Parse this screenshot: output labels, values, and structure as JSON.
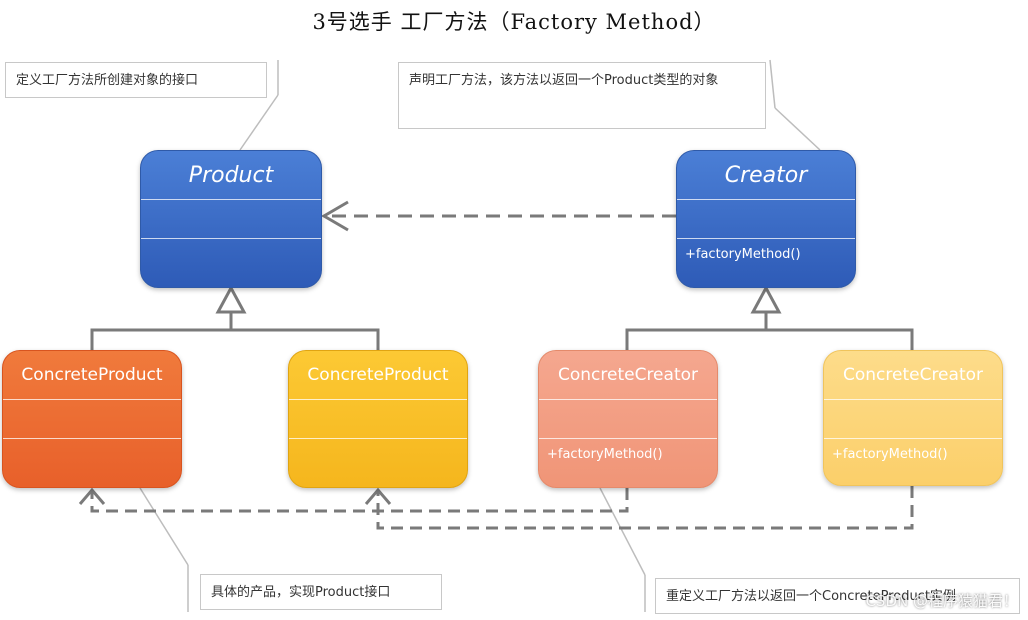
{
  "title": "3号选手  工厂方法（Factory Method）",
  "notes": {
    "product_note": "定义工厂方法所创建对象的接口",
    "creator_note": "声明工厂方法，该方法以返回一个Product类型的对象",
    "concrete_product_note": "具体的产品，实现Product接口",
    "concrete_creator_note": "重定义工厂方法以返回一个ConcreteProduct实例"
  },
  "classes": {
    "product": {
      "name": "Product",
      "color": "#3a6cc8"
    },
    "creator": {
      "name": "Creator",
      "method": "+factoryMethod()",
      "color": "#3a6cc8"
    },
    "concrete_product_1": {
      "name": "ConcreteProduct",
      "color": "#ec6c34"
    },
    "concrete_product_2": {
      "name": "ConcreteProduct",
      "color": "#f8bf28"
    },
    "concrete_creator_1": {
      "name": "ConcreteCreator",
      "method": "+factoryMethod()",
      "color": "#f29e82"
    },
    "concrete_creator_2": {
      "name": "ConcreteCreator",
      "method": "+factoryMethod()",
      "color": "#fcd77a"
    }
  },
  "watermark": "CSDN @程序猿猫君！"
}
